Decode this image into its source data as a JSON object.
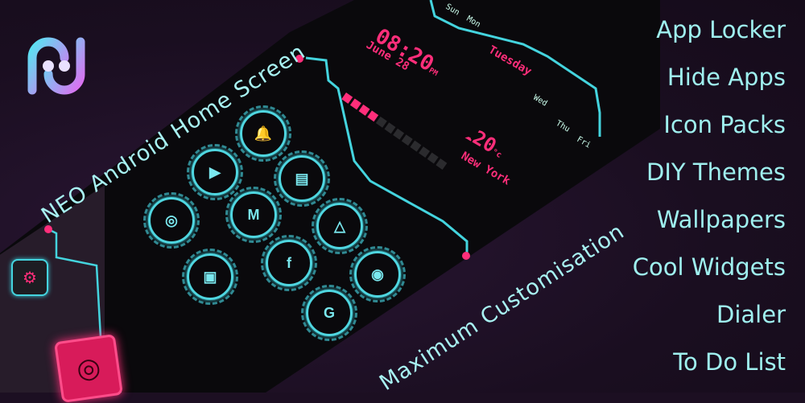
{
  "app": {
    "logo_name": "neo-launcher-logo",
    "tagline": "NEO Android Home Screen",
    "subtitle": "Maximum Customisation"
  },
  "features": [
    {
      "label": "App Locker"
    },
    {
      "label": "Hide Apps"
    },
    {
      "label": "Icon Packs"
    },
    {
      "label": "DIY Themes"
    },
    {
      "label": "Wallpapers"
    },
    {
      "label": "Cool Widgets"
    },
    {
      "label": "Dialer"
    },
    {
      "label": "To Do List"
    }
  ],
  "phone": {
    "clock": {
      "time": "08:20",
      "ampm": "PM",
      "date": "June 28"
    },
    "weather": {
      "temp": "20",
      "unit": "°c",
      "city": "New York"
    },
    "week": {
      "days": [
        "Sun",
        "Mon",
        "Tuesday",
        "Wed",
        "Thu",
        "Fri"
      ],
      "selected": "Tuesday"
    },
    "app_icons": [
      {
        "name": "notification-bell-icon",
        "glyph": "🔔"
      },
      {
        "name": "play-store-icon",
        "glyph": "▶"
      },
      {
        "name": "files-icon",
        "glyph": "▤"
      },
      {
        "name": "camera-icon",
        "glyph": "◎"
      },
      {
        "name": "gmail-icon",
        "glyph": "M"
      },
      {
        "name": "drive-icon",
        "glyph": "△"
      },
      {
        "name": "gallery-icon",
        "glyph": "▣"
      },
      {
        "name": "facebook-icon",
        "glyph": "f"
      },
      {
        "name": "chrome-icon",
        "glyph": "◉"
      },
      {
        "name": "google-icon",
        "glyph": "G"
      }
    ],
    "settings_icon": "gear-icon",
    "lock_icon": "fingerprint-icon"
  },
  "colors": {
    "background": "#1c0f22",
    "accent_cyan": "#9ff0ef",
    "accent_pink": "#ff2e7a",
    "phone_body": "#0a0a0c"
  }
}
